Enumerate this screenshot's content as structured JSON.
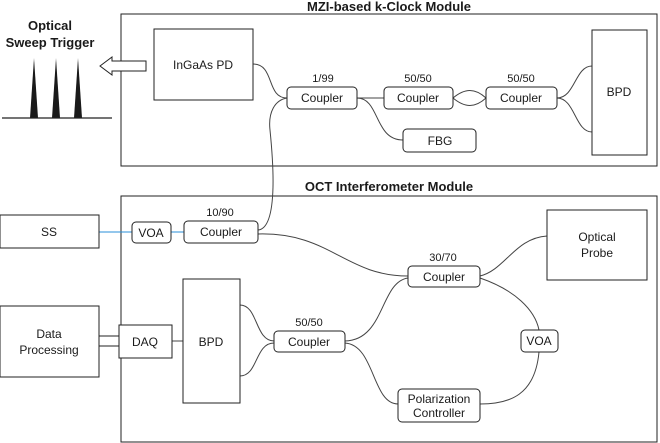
{
  "modules": {
    "mzi_title": "MZI-based k-Clock Module",
    "oct_title": "OCT Interferometer Module"
  },
  "trigger": {
    "line1": "Optical",
    "line2": "Sweep Trigger"
  },
  "mzi": {
    "pd": "InGaAs PD",
    "coupler1_ratio": "1/99",
    "coupler1": "Coupler",
    "coupler2_ratio": "50/50",
    "coupler2": "Coupler",
    "coupler3_ratio": "50/50",
    "coupler3": "Coupler",
    "fbg": "FBG",
    "bpd": "BPD"
  },
  "oct": {
    "ss": "SS",
    "voa_in": "VOA",
    "coupler_main_ratio": "10/90",
    "coupler_main": "Coupler",
    "coupler_sample_ratio": "30/70",
    "coupler_sample": "Coupler",
    "probe_line1": "Optical",
    "probe_line2": "Probe",
    "coupler_ref_ratio": "50/50",
    "coupler_ref": "Coupler",
    "voa_ref": "VOA",
    "pc_line1": "Polarization",
    "pc_line2": "Controller",
    "bpd": "BPD",
    "daq": "DAQ",
    "dp_line1": "Data",
    "dp_line2": "Processing"
  },
  "colors": {
    "stroke": "#222222",
    "accent_blue": "#2a8fd8",
    "text": "#1a1a1a"
  }
}
